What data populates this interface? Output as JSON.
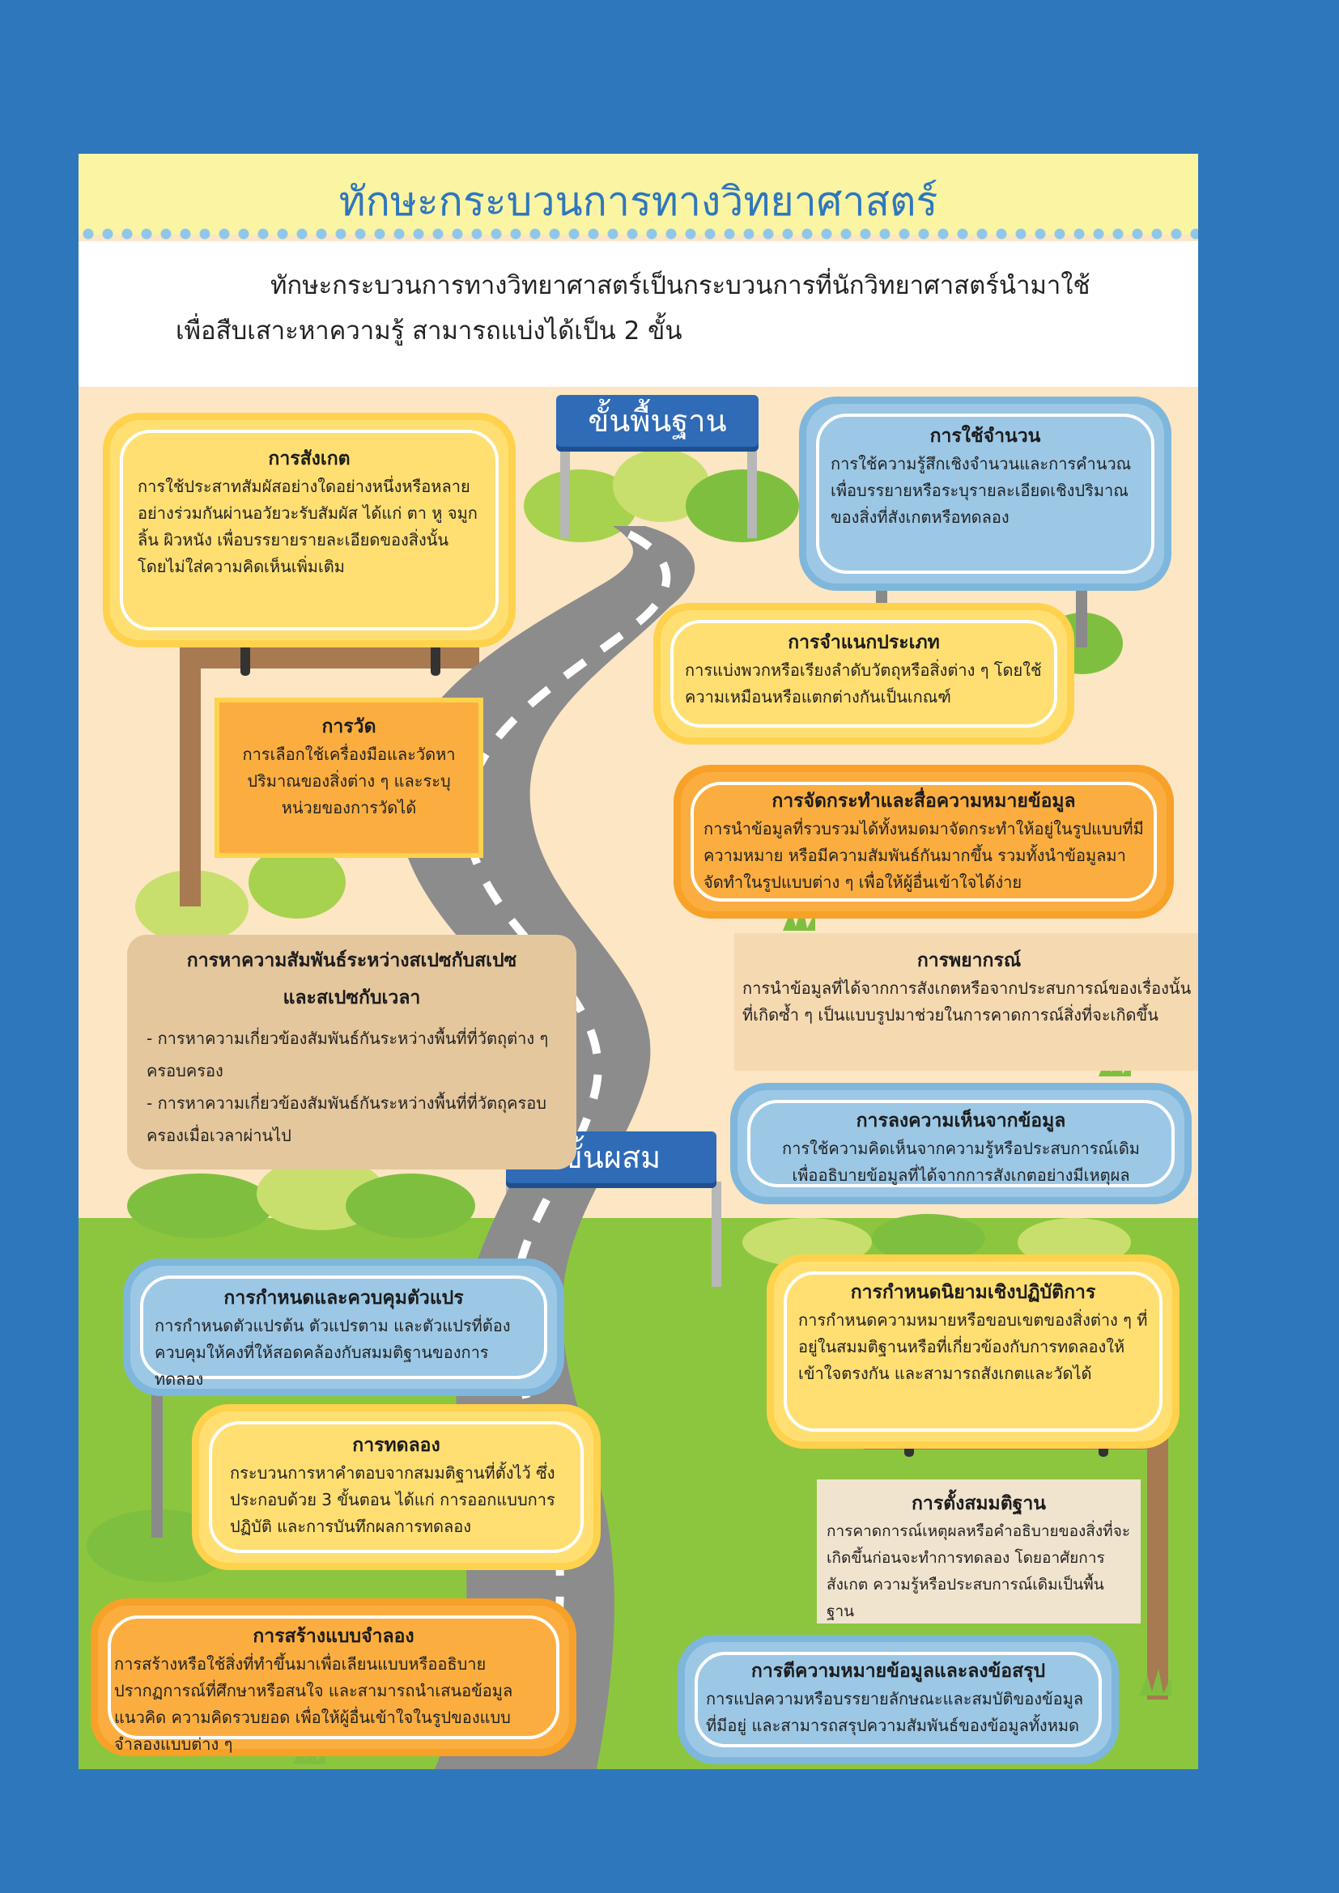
{
  "title": "ทักษะกระบวนการทางวิทยาศาสตร์",
  "intro": {
    "line1": "ทักษะกระบวนการทางวิทยาศาสตร์เป็นกระบวนการที่นักวิทยาศาสตร์นำมาใช้",
    "line2": "เพื่อสืบเสาะหาความรู้ สามารถแบ่งได้เป็น 2 ขั้น"
  },
  "signs": {
    "basic": "ขั้นพื้นฐาน",
    "integrated": "ขั้นผสม"
  },
  "skills": {
    "observation": {
      "title": "การสังเกต",
      "text": "การใช้ประสาทสัมผัสอย่างใดอย่างหนึ่งหรือหลายอย่างร่วมกันผ่านอวัยวะรับสัมผัส ได้แก่ ตา หู จมูก ลิ้น ผิวหนัง เพื่อบรรยายรายละเอียดของสิ่งนั้น โดยไม่ใส่ความคิดเห็นเพิ่มเติม"
    },
    "numbers": {
      "title": "การใช้จำนวน",
      "text": "การใช้ความรู้สึกเชิงจำนวนและการคำนวณ เพื่อบรรยายหรือระบุรายละเอียดเชิงปริมาณของสิ่งที่สังเกตหรือทดลอง"
    },
    "classification": {
      "title": "การจำแนกประเภท",
      "text": "การแบ่งพวกหรือเรียงลำดับวัตถุหรือสิ่งต่าง ๆ โดยใช้ความเหมือนหรือแตกต่างกันเป็นเกณฑ์"
    },
    "measurement": {
      "title": "การวัด",
      "text": "การเลือกใช้เครื่องมือและวัดหาปริมาณของสิ่งต่าง ๆ และระบุหน่วยของการวัดได้"
    },
    "data": {
      "title": "การจัดกระทำและสื่อความหมายข้อมูล",
      "text": "การนำข้อมูลที่รวบรวมได้ทั้งหมดมาจัดกระทำให้อยู่ในรูปแบบที่มีความหมาย หรือมีความสัมพันธ์กันมากขึ้น รวมทั้งนำข้อมูลมาจัดทำในรูปแบบต่าง ๆ เพื่อให้ผู้อื่นเข้าใจได้ง่าย"
    },
    "spacetime": {
      "title1": "การหาความสัมพันธ์ระหว่างสเปซกับสเปซ",
      "title2": "และสเปซกับเวลา",
      "item1": "- การหาความเกี่ยวข้องสัมพันธ์กันระหว่างพื้นที่ที่วัตถุต่าง ๆ ครอบครอง",
      "item2": "- การหาความเกี่ยวข้องสัมพันธ์กันระหว่างพื้นที่ที่วัตถุครอบครองเมื่อเวลาผ่านไป"
    },
    "prediction": {
      "title": "การพยากรณ์",
      "text": "การนำข้อมูลที่ได้จากการสังเกตหรือจากประสบการณ์ของเรื่องนั้นที่เกิดซ้ำ ๆ เป็นแบบรูปมาช่วยในการคาดการณ์สิ่งที่จะเกิดขึ้น"
    },
    "inference": {
      "title": "การลงความเห็นจากข้อมูล",
      "text": "การใช้ความคิดเห็นจากความรู้หรือประสบการณ์เดิมเพื่ออธิบายข้อมูลที่ได้จากการสังเกตอย่างมีเหตุผล"
    },
    "variables": {
      "title": "การกำหนดและควบคุมตัวแปร",
      "text": "การกำหนดตัวแปรต้น ตัวแปรตาม และตัวแปรที่ต้องควบคุมให้คงที่ให้สอดคล้องกับสมมติฐานของการทดลอง"
    },
    "operational": {
      "title": "การกำหนดนิยามเชิงปฏิบัติการ",
      "text": "การกำหนดความหมายหรือขอบเขตของสิ่งต่าง ๆ ที่อยู่ในสมมติฐานหรือที่เกี่ยวข้องกับการทดลองให้เข้าใจตรงกัน และสามารถสังเกตและวัดได้"
    },
    "experiment": {
      "title": "การทดลอง",
      "text": "กระบวนการหาคำตอบจากสมมติฐานที่ตั้งไว้ ซึ่งประกอบด้วย 3 ขั้นตอน ได้แก่ การออกแบบการปฏิบัติ และการบันทึกผลการทดลอง"
    },
    "hypothesis": {
      "title": "การตั้งสมมติฐาน",
      "text": "การคาดการณ์เหตุผลหรือคำอธิบายของสิ่งที่จะเกิดขึ้นก่อนจะทำการทดลอง โดยอาศัยการสังเกต ความรู้หรือประสบการณ์เดิมเป็นพื้นฐาน"
    },
    "model": {
      "title": "การสร้างแบบจำลอง",
      "text": "การสร้างหรือใช้สิ่งที่ทำขึ้นมาเพื่อเลียนแบบหรืออธิบายปรากฏการณ์ที่ศึกษาหรือสนใจ และสามารถนำเสนอข้อมูล แนวคิด ความคิดรวบยอด เพื่อให้ผู้อื่นเข้าใจในรูปของแบบจำลองแบบต่าง ๆ"
    },
    "interpretation": {
      "title": "การตีความหมายข้อมูลและลงข้อสรุป",
      "text": "การแปลความหรือบรรยายลักษณะและสมบัติของข้อมูลที่มีอยู่ และสามารถสรุปความสัมพันธ์ของข้อมูลทั้งหมด"
    }
  },
  "colors": {
    "background": "#2f77bd",
    "title": "#2f77bd",
    "yellow": "#ffdf72",
    "blue": "#9cc8e6",
    "orange": "#fbae3f",
    "road": "#8c8c8c",
    "grass": "#8cc63f"
  }
}
